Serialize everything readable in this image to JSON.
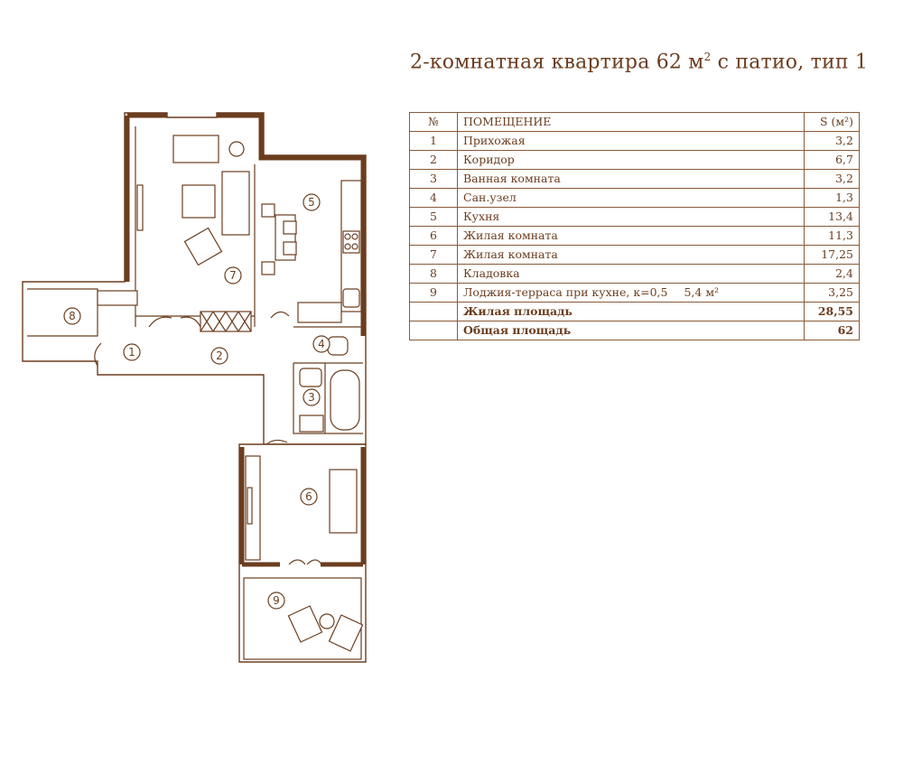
{
  "title": {
    "text": "2-комнатная квартира 62 м",
    "sup": "2",
    "rest": " с патио, тип 1"
  },
  "table": {
    "header": {
      "num": "№",
      "name": "ПОМЕЩЕНИЕ",
      "area": "S (м²)"
    },
    "rows": [
      {
        "num": "1",
        "name": "Прихожая",
        "area": "3,2"
      },
      {
        "num": "2",
        "name": "Коридор",
        "area": "6,7"
      },
      {
        "num": "3",
        "name": "Ванная комната",
        "area": "3,2"
      },
      {
        "num": "4",
        "name": "Сан.узел",
        "area": "1,3"
      },
      {
        "num": "5",
        "name": "Кухня",
        "area": "13,4"
      },
      {
        "num": "6",
        "name": "Жилая комната",
        "area": "11,3"
      },
      {
        "num": "7",
        "name": "Жилая комната",
        "area": "17,25"
      },
      {
        "num": "8",
        "name": "Кладовка",
        "area": "2,4"
      },
      {
        "num": "9",
        "name": "Лоджия-терраса при кухне, к=0,5",
        "extra": "5,4 м²",
        "area": "3,25"
      }
    ],
    "totals": [
      {
        "name": "Жилая площадь",
        "area": "28,55"
      },
      {
        "name": "Общая площадь",
        "area": "62"
      }
    ]
  },
  "plan": {
    "room_labels": [
      "1",
      "2",
      "3",
      "4",
      "5",
      "6",
      "7",
      "8",
      "9"
    ],
    "line_color": "#6b3d1f"
  }
}
